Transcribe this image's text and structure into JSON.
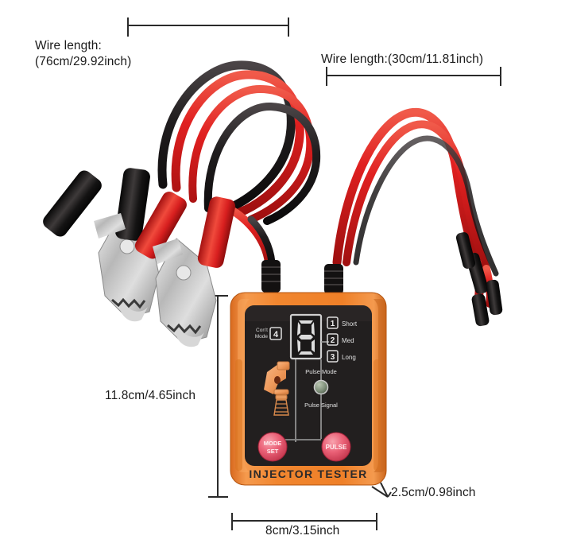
{
  "product": {
    "name": "INJECTOR TESTER",
    "brand_text": "INJECTOR TESTER"
  },
  "annotations": {
    "wire_left_line1": "Wire length:",
    "wire_left_line2": "(76cm/29.92inch)",
    "wire_right": "Wire length:(30cm/11.81inch)",
    "height": "11.8cm/4.65inch",
    "thickness": "2.5cm/0.98inch",
    "width": "8cm/3.15inch"
  },
  "panel": {
    "coil_mode_label_line1": "Con't",
    "coil_mode_label_line2": "Mode",
    "coil_mode_value": "4",
    "display_value": "8",
    "modes": [
      {
        "number": "1",
        "label": "Short"
      },
      {
        "number": "2",
        "label": "Med"
      },
      {
        "number": "3",
        "label": "Long"
      }
    ],
    "led_top_label": "Pulse Mode",
    "led_bottom_label": "Pulse Signal",
    "buttons": [
      {
        "line1": "MODE",
        "line2": "SET"
      },
      {
        "line1": "PULSE",
        "line2": ""
      }
    ]
  },
  "colors": {
    "case_orange": "#ef8331",
    "case_orange_light": "#f79b4e",
    "case_orange_dark": "#c9631c",
    "panel_black": "#221f1f",
    "button_red": "#e8566b",
    "wire_red": "#e02020",
    "wire_black": "#1a1a1a",
    "clip_metal": "#b9b9b9",
    "dimension_line": "#2a2a2a",
    "display_segment": "#dcdcdc",
    "led_green": "#7f8f7a",
    "injector_icon": "#f0a068"
  },
  "parts": {
    "clip_black": "black-alligator-clip",
    "clip_red": "red-alligator-clip",
    "connector_black": "black-bullet-connector",
    "grommet": "cable-strain-relief-grommet"
  }
}
